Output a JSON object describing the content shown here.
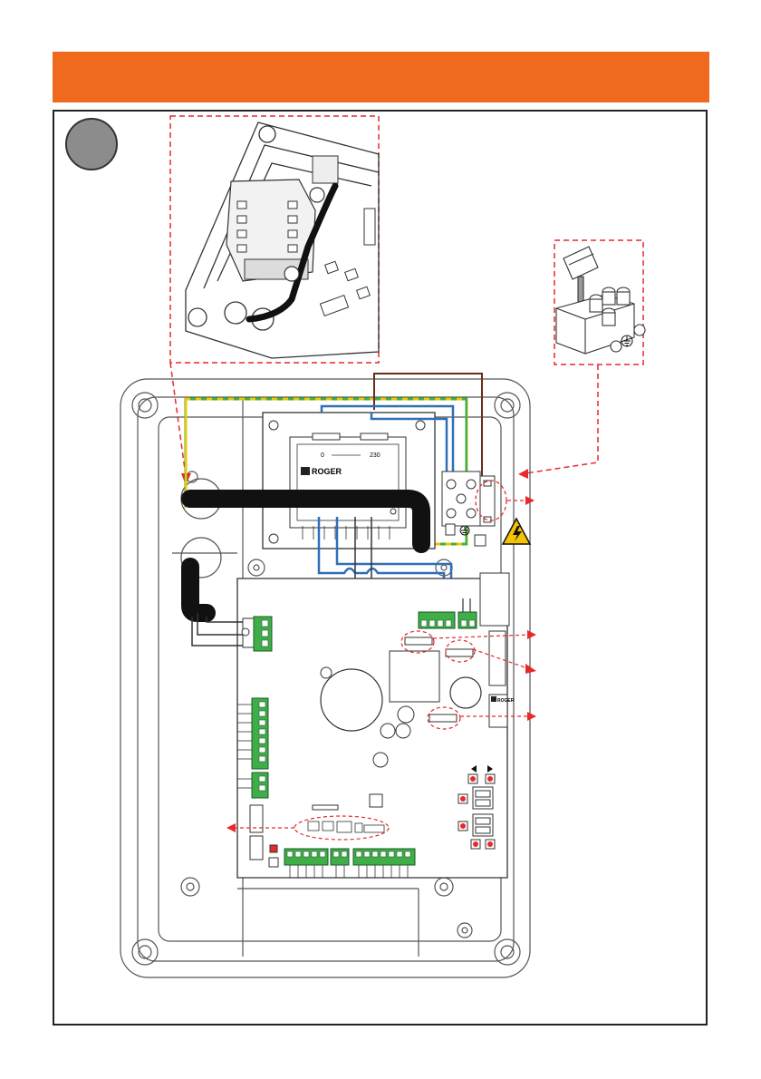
{
  "labels": {
    "transformer_tap_zero": "0",
    "transformer_tap_230": "230",
    "brand_logo_text": "ROGER",
    "board_logo_text": "ROGER"
  },
  "colors": {
    "header_bar": "#ef6a1f",
    "callout_dash": "#e8282b",
    "terminal_green": "#3fae49",
    "blue_wire": "#2f6fb6",
    "earth_yellow": "#e8c800",
    "earth_green": "#3fae49",
    "brown_wire": "#6b2b1a",
    "warning_yellow": "#f5c400",
    "step_circle": "#8c8c8c"
  },
  "icons": [
    "high-voltage-warning-icon",
    "earth-ground-icon",
    "arrow-left-icon",
    "arrow-right-icon"
  ]
}
